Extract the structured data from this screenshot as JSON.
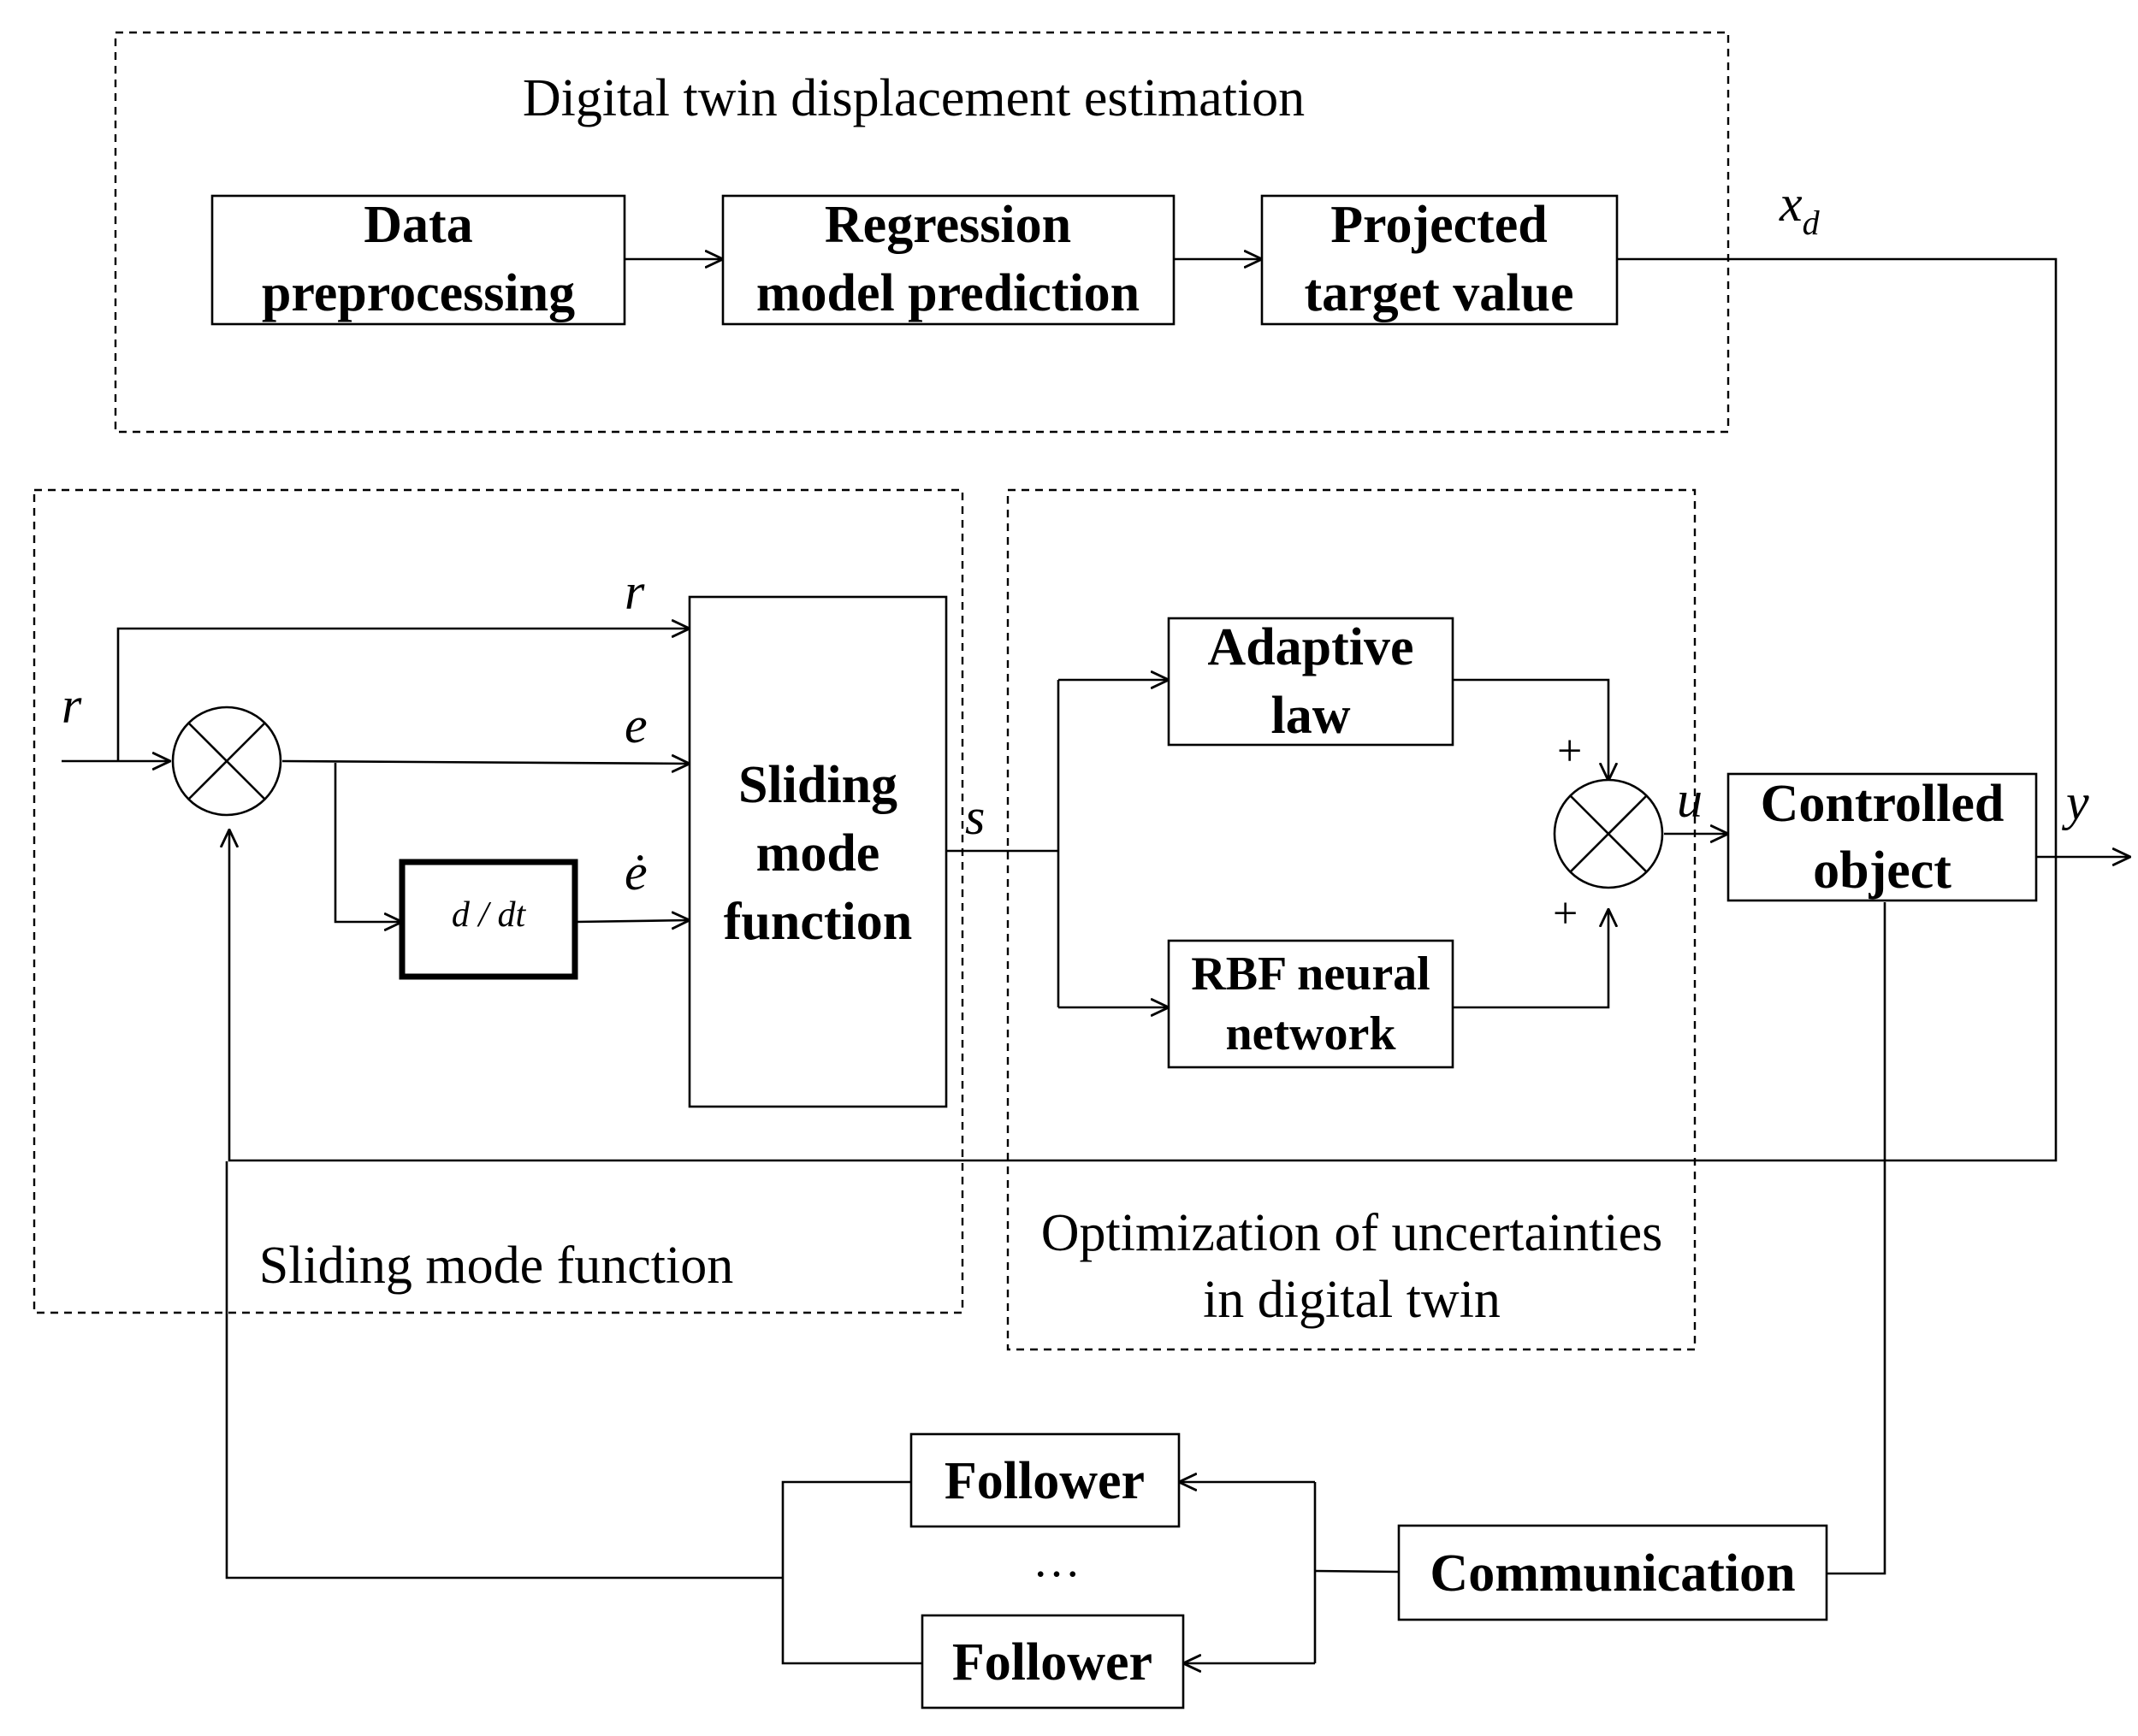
{
  "regions": {
    "dt_estimation": "Digital twin displacement estimation",
    "sliding_mode": "Sliding mode function",
    "optimization_line1": "Optimization of uncertainties",
    "optimization_line2": "in digital twin"
  },
  "blocks": {
    "data_preprocessing": [
      "Data",
      "preprocessing"
    ],
    "regression": [
      "Regression",
      "model prediction"
    ],
    "projected": [
      "Projected",
      "target value"
    ],
    "derivative": "d / dt",
    "sliding_function": [
      "Sliding",
      "mode",
      "function"
    ],
    "adaptive_law": [
      "Adaptive",
      "law"
    ],
    "rbf": [
      "RBF neural",
      "network"
    ],
    "controlled_object": [
      "Controlled",
      "object"
    ],
    "communication": "Communication",
    "follower_top": "Follower",
    "follower_dots": "…",
    "follower_bottom": "Follower"
  },
  "signals": {
    "xd_main": "x",
    "xd_sub": "d",
    "r_input": "r",
    "r_top": "r",
    "e": "e",
    "e_dot": "ė",
    "s": "s",
    "u": "u",
    "y": "y",
    "plus_top": "+",
    "plus_bottom": "+"
  }
}
